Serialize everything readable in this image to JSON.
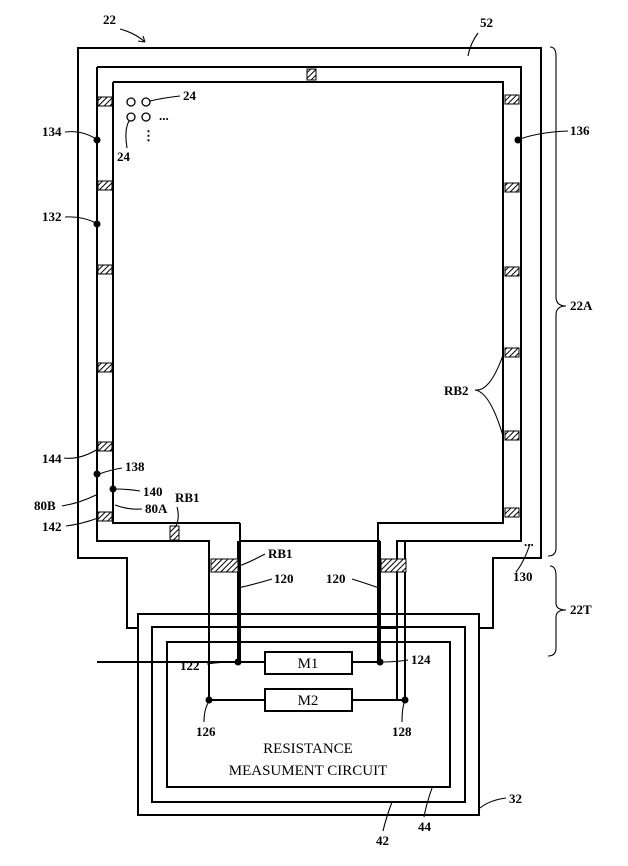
{
  "labels": {
    "l22": "22",
    "l52": "52",
    "l24a": "24",
    "l24b": "24",
    "ellipsis": "...",
    "vdots": "⋮",
    "l134": "134",
    "l136": "136",
    "l132": "132",
    "l22A": "22A",
    "lRB2": "RB2",
    "l144": "144",
    "l138": "138",
    "l140": "140",
    "l80B": "80B",
    "l80A": "80A",
    "lRB1a": "RB1",
    "l142": "142",
    "lRB1b": "RB1",
    "l120a": "120",
    "l120b": "120",
    "l130": "130",
    "l22T": "22T",
    "l122": "122",
    "l124": "124",
    "l126": "126",
    "l128": "128",
    "l32": "32",
    "l42": "42",
    "l44": "44"
  },
  "meters": {
    "m1": "M1",
    "m2": "M2"
  },
  "circuit": {
    "line1": "RESISTANCE",
    "line2": "MEASUMENT CIRCUIT"
  }
}
